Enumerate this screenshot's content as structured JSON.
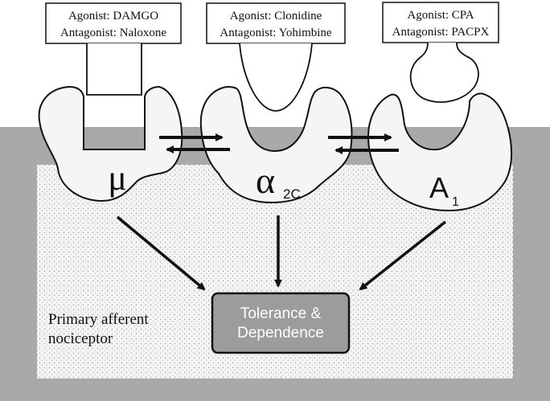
{
  "receptors": [
    {
      "id": "mu",
      "symbol": "μ",
      "subscript": "",
      "agonist_label": "Agonist: DAMGO",
      "antagonist_label": "Antagonist: Naloxone"
    },
    {
      "id": "alpha2c",
      "symbol": "α",
      "subscript": "2C",
      "agonist_label": "Agonist: Clonidine",
      "antagonist_label": "Antagonist: Yohimbine"
    },
    {
      "id": "a1",
      "symbol": "A",
      "subscript": "1",
      "agonist_label": "Agonist: CPA",
      "antagonist_label": "Antagonist: PACPX"
    }
  ],
  "cell_label_line1": "Primary afferent",
  "cell_label_line2": "nociceptor",
  "outcome_line1": "Tolerance &",
  "outcome_line2": "Dependence",
  "colors": {
    "membrane": "#a9a9a9",
    "cell_interior": "#f2f2f2",
    "receptor_fill": "#f5f5f5",
    "outcome_fill": "#9c9c9c",
    "outcome_text": "#ffffff",
    "stroke": "#111111"
  }
}
